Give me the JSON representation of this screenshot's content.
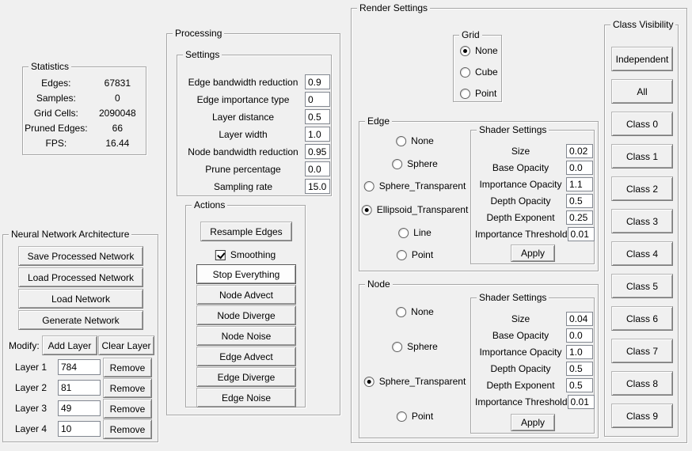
{
  "colors": {
    "background": "#f0f0f0",
    "button_face": "#f0f0f0",
    "focused_button_face": "#fdfdfd",
    "field_background": "#ffffff",
    "text": "#000000",
    "group_border": "#a6a6a6"
  },
  "statistics": {
    "title": "Statistics",
    "rows": [
      {
        "label": "Edges:",
        "value": "67831"
      },
      {
        "label": "Samples:",
        "value": "0"
      },
      {
        "label": "Grid Cells:",
        "value": "2090048"
      },
      {
        "label": "Pruned Edges:",
        "value": "66"
      },
      {
        "label": "FPS:",
        "value": "16.44"
      }
    ]
  },
  "architecture": {
    "title": "Neural Network Architecture",
    "buttons": [
      "Save Processed Network",
      "Load Processed Network",
      "Load Network",
      "Generate Network"
    ],
    "modify_label": "Modify:",
    "add_layer_label": "Add Layer",
    "clear_layer_label": "Clear Layer",
    "remove_label": "Remove",
    "layers": [
      {
        "label": "Layer 1",
        "value": "784"
      },
      {
        "label": "Layer 2",
        "value": "81"
      },
      {
        "label": "Layer 3",
        "value": "49"
      },
      {
        "label": "Layer 4",
        "value": "10"
      }
    ]
  },
  "processing": {
    "title": "Processing",
    "settings": {
      "title": "Settings",
      "fields": [
        {
          "label": "Edge bandwidth reduction",
          "value": "0.9"
        },
        {
          "label": "Edge importance type",
          "value": "0"
        },
        {
          "label": "Layer distance",
          "value": "0.5"
        },
        {
          "label": "Layer width",
          "value": "1.0"
        },
        {
          "label": "Node bandwidth reduction",
          "value": "0.95"
        },
        {
          "label": "Prune percentage",
          "value": "0.0"
        },
        {
          "label": "Sampling rate",
          "value": "15.0"
        }
      ]
    },
    "actions": {
      "title": "Actions",
      "resample_label": "Resample Edges",
      "smoothing": {
        "label": "Smoothing",
        "checked": true
      },
      "buttons": [
        "Stop Everything",
        "Node Advect",
        "Node Diverge",
        "Node Noise",
        "Edge Advect",
        "Edge Diverge",
        "Edge Noise"
      ]
    }
  },
  "render": {
    "title": "Render Settings",
    "grid": {
      "title": "Grid",
      "options": [
        {
          "label": "None",
          "selected": true
        },
        {
          "label": "Cube",
          "selected": false
        },
        {
          "label": "Point",
          "selected": false
        }
      ]
    },
    "edge": {
      "title": "Edge",
      "options": [
        {
          "label": "None",
          "selected": false
        },
        {
          "label": "Sphere",
          "selected": false
        },
        {
          "label": "Sphere_Transparent",
          "selected": false
        },
        {
          "label": "Ellipsoid_Transparent",
          "selected": true
        },
        {
          "label": "Line",
          "selected": false
        },
        {
          "label": "Point",
          "selected": false
        }
      ],
      "shader": {
        "title": "Shader Settings",
        "fields": [
          {
            "label": "Size",
            "value": "0.02"
          },
          {
            "label": "Base Opacity",
            "value": "0.0"
          },
          {
            "label": "Importance Opacity",
            "value": "1.1"
          },
          {
            "label": "Depth Opacity",
            "value": "0.5"
          },
          {
            "label": "Depth Exponent",
            "value": "0.25"
          },
          {
            "label": "Importance Threshold",
            "value": "0.01"
          }
        ],
        "apply_label": "Apply"
      }
    },
    "node": {
      "title": "Node",
      "options": [
        {
          "label": "None",
          "selected": false
        },
        {
          "label": "Sphere",
          "selected": false
        },
        {
          "label": "Sphere_Transparent",
          "selected": true
        },
        {
          "label": "Point",
          "selected": false
        }
      ],
      "shader": {
        "title": "Shader Settings",
        "fields": [
          {
            "label": "Size",
            "value": "0.04"
          },
          {
            "label": "Base Opacity",
            "value": "0.0"
          },
          {
            "label": "Importance Opacity",
            "value": "1.0"
          },
          {
            "label": "Depth Opacity",
            "value": "0.5"
          },
          {
            "label": "Depth Exponent",
            "value": "0.5"
          },
          {
            "label": "Importance Threshold",
            "value": "0.01"
          }
        ],
        "apply_label": "Apply"
      }
    },
    "class_visibility": {
      "title": "Class Visibility",
      "buttons": [
        "Independent",
        "All",
        "Class 0",
        "Class 1",
        "Class 2",
        "Class 3",
        "Class 4",
        "Class 5",
        "Class 6",
        "Class 7",
        "Class 8",
        "Class 9"
      ]
    }
  }
}
